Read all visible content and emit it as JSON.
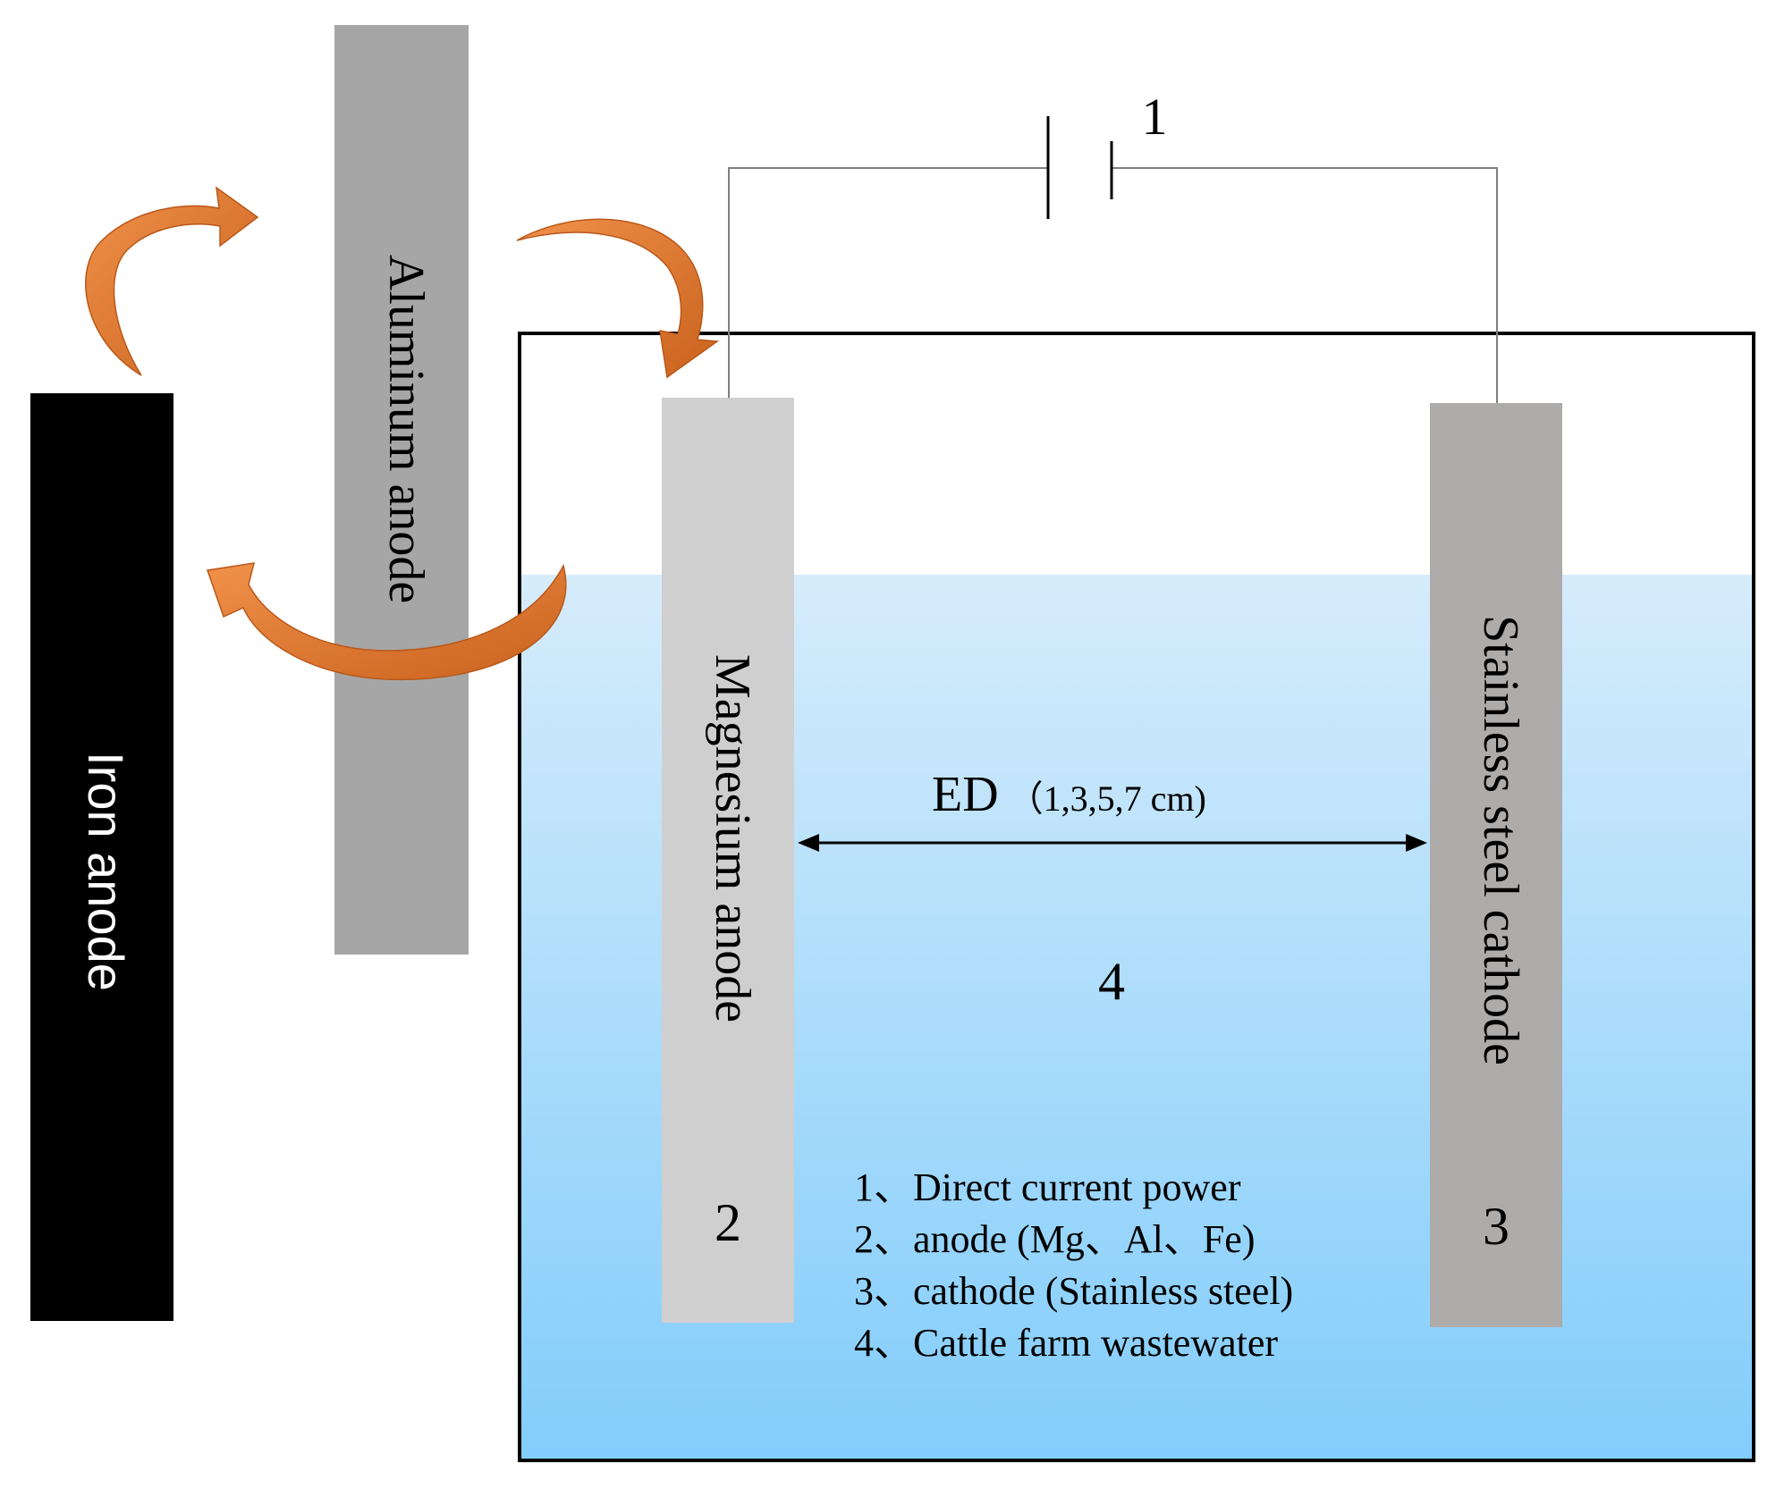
{
  "electrodes": {
    "iron": {
      "label": "Iron anode",
      "color": "#000000",
      "text_color": "#ffffff"
    },
    "aluminum": {
      "label": "Aluminum anode",
      "color": "#a6a6a6",
      "text_color": "#000000"
    },
    "magnesium": {
      "label": "Magnesium anode",
      "color": "#d0cfcf",
      "text_color": "#000000",
      "number": "2"
    },
    "cathode": {
      "label": "Stainless steel cathode",
      "color": "#aeabab",
      "text_color": "#000000",
      "number": "3"
    }
  },
  "power_source": {
    "number": "1"
  },
  "wastewater": {
    "number": "4",
    "color_top": "#d6ecfb",
    "color_bottom": "#82cdfb"
  },
  "distance": {
    "label": "ED",
    "values": "（1,3,5,7 cm)"
  },
  "legend": [
    {
      "text": "1、Direct current power"
    },
    {
      "text": "2、anode (Mg、Al、Fe)"
    },
    {
      "text": "3、cathode (Stainless steel)"
    },
    {
      "text": "4、Cattle farm wastewater"
    }
  ],
  "colors": {
    "arrow_orange": "#dd7a34",
    "tank_border": "#000000",
    "wire": "#7f7f7f"
  }
}
